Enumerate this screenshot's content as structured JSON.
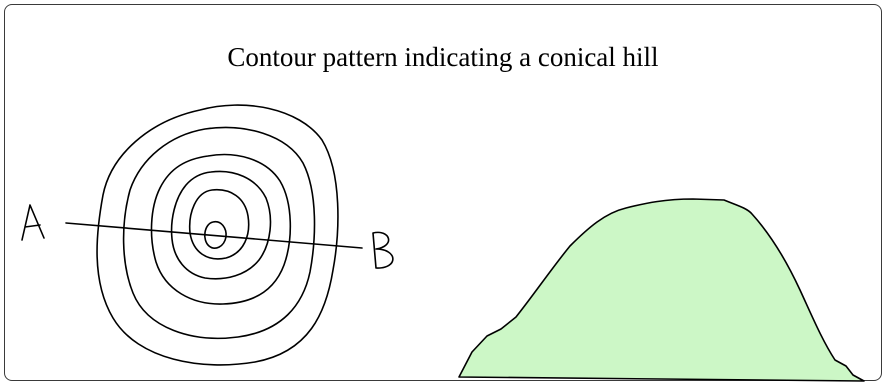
{
  "title": "Contour pattern indicating a conical hill",
  "section_labels": {
    "point_a": "A",
    "point_b": "B"
  },
  "colors": {
    "outline": "#000000",
    "hill_fill": "#ccf7c6",
    "frame": "#3a3a3a"
  },
  "contour_map": {
    "ring_count": 5,
    "has_center_peak": true
  }
}
